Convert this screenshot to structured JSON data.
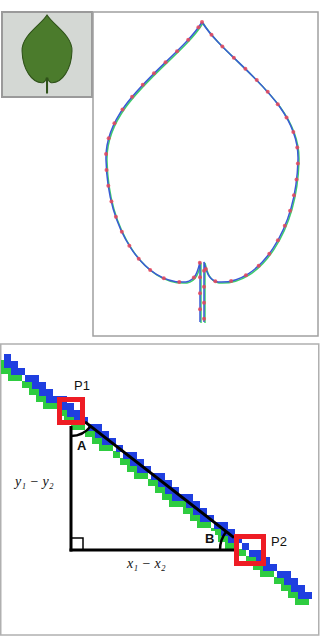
{
  "diagram": {
    "nodes": [
      {
        "text": [
          "P1"
        ]
      },
      {
        "text": [
          "P2"
        ]
      }
    ],
    "edges": [
      {
        "from": 0,
        "to": 1,
        "arrow": "none"
      }
    ],
    "labels": [
      "A",
      "B",
      "y₁ − y₂",
      "x₁ − x₂"
    ]
  }
}
